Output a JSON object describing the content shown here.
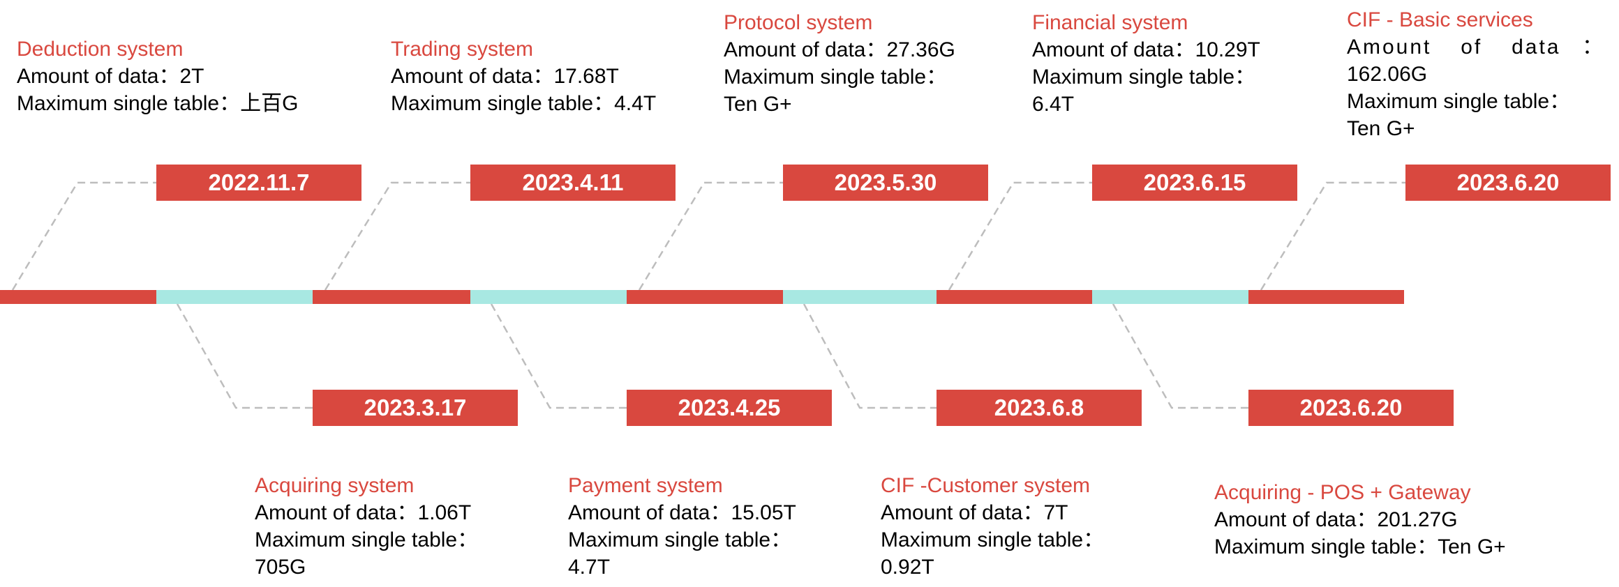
{
  "colors": {
    "accent": "#d9483f",
    "timeline_red": "#d9483f",
    "timeline_teal": "#a8e8e2",
    "dash": "#bdbdbd",
    "text": "#000000",
    "title": "#d9483f"
  },
  "events": [
    {
      "date": "2022.11.7",
      "side": "above",
      "title": "Deduction system",
      "lines": [
        "Amount of data：2T",
        "Maximum single table：上百G"
      ]
    },
    {
      "date": "2023.3.17",
      "side": "below",
      "title": "Acquiring system",
      "lines": [
        "Amount of data：1.06T",
        "Maximum single table：",
        "705G"
      ]
    },
    {
      "date": "2023.4.11",
      "side": "above",
      "title": "Trading system",
      "lines": [
        "Amount of data：17.68T",
        "Maximum single table：4.4T"
      ]
    },
    {
      "date": "2023.4.25",
      "side": "below",
      "title": "Payment system",
      "lines": [
        "Amount of data：15.05T",
        "Maximum single table：",
        "4.7T"
      ]
    },
    {
      "date": "2023.5.30",
      "side": "above",
      "title": "Protocol system",
      "lines": [
        "Amount of data：27.36G",
        "Maximum single table：",
        "Ten G+"
      ]
    },
    {
      "date": "2023.6.8",
      "side": "below",
      "title": "CIF -Customer system",
      "lines": [
        "Amount of data：7T",
        "Maximum single table：",
        "0.92T"
      ]
    },
    {
      "date": "2023.6.15",
      "side": "above",
      "title": "Financial system",
      "lines": [
        "Amount of data：10.29T",
        "Maximum single table：",
        "6.4T"
      ]
    },
    {
      "date": "2023.6.20",
      "side": "below",
      "title": "Acquiring - POS + Gateway",
      "lines": [
        "Amount of data：201.27G",
        "Maximum single table：Ten G+"
      ]
    },
    {
      "date": "2023.6.20",
      "side": "above",
      "title": "CIF - Basic services",
      "lines": [
        "Amount of data：",
        "162.06G",
        "Maximum single table：",
        "Ten G+"
      ]
    }
  ]
}
